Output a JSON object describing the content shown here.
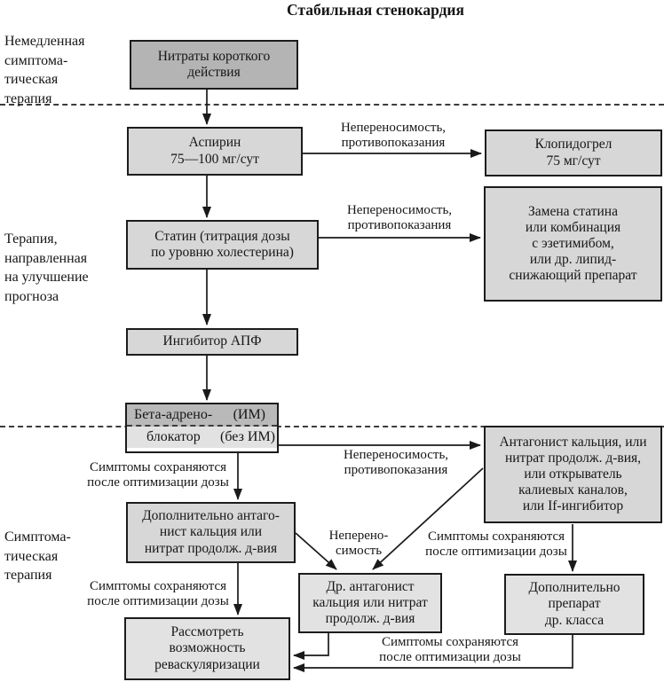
{
  "title": "Стабильная стенокардия",
  "colors": {
    "box_dark": "#b4b4b4",
    "box_mid": "#d7d7d7",
    "box_light": "#e2e2e2",
    "border": "#1c1c1c",
    "arrow": "#1a1a1a"
  },
  "section_labels": {
    "immediate": "Немедленная\nсимптома-\nтическая\nтерапия",
    "prognosis": "Терапия,\nнаправленная\nна улучшение\nпрогноза",
    "symptomatic": "Симптома-\nтическая\nтерапия"
  },
  "boxes": {
    "nitrates": "Нитраты короткого\nдействия",
    "aspirin": "Аспирин\n75—100 мг/сут",
    "clopidogrel": "Клопидогрел\n75 мг/сут",
    "statin": "Статин (титрация дозы\nпо уровню холестерина)",
    "statin_alt": "Замена статина\nили комбинация\nс эзетимибом,\nили др. липид-\nснижающий препарат",
    "ace": "Ингибитор АПФ",
    "beta": {
      "left1": "Бета-адрено-",
      "right1": "(ИМ)",
      "left2": "блокатор",
      "right2": "(без ИМ)"
    },
    "antagonist": "Антагонист кальция, или\nнитрат продолж. д-вия,\nили открыватель\nкалиевых каналов,\nили If-ингибитор",
    "add_antagonist": "Дополнительно антаго-\nнист кальция или\nнитрат продолж. д-вия",
    "other_antagonist": "Др. антагонист\nкальция или нитрат\nпродолж. д-вия",
    "add_drug": "Дополнительно\nпрепарат\nдр. класса",
    "revasc": "Рассмотреть\nвозможность\nреваскуляризации"
  },
  "edge_labels": {
    "intolerance": "Непереносимость,\nпротивопоказания",
    "intolerance_short": "Неперено-\nсимость",
    "symptoms_persist": "Симптомы сохраняются\nпосле оптимизации дозы"
  }
}
